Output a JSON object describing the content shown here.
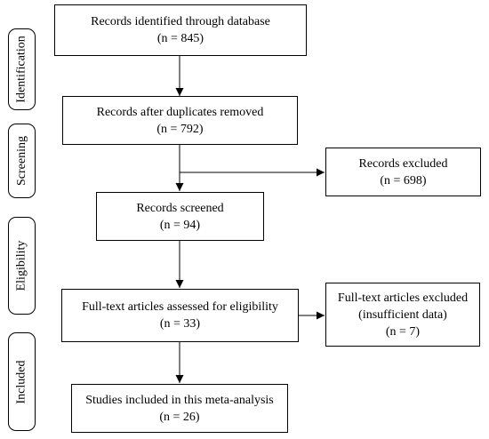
{
  "stages": {
    "identification": "Identification",
    "screening": "Screening",
    "eligibility": "Eligibility",
    "included": "Included"
  },
  "boxes": {
    "identified": {
      "line1": "Records identified through database",
      "line2": "(n = 845)"
    },
    "after_duplicates": {
      "line1": "Records after duplicates removed",
      "line2": "(n = 792)"
    },
    "excluded": {
      "line1": "Records excluded",
      "line2": "(n = 698)"
    },
    "screened": {
      "line1": "Records screened",
      "line2": "(n = 94)"
    },
    "fulltext_assessed": {
      "line1": "Full-text articles assessed for eligibility",
      "line2": "(n = 33)"
    },
    "fulltext_excluded": {
      "line1": "Full-text articles excluded",
      "line2": "(insufficient data)",
      "line3": "(n = 7)"
    },
    "included": {
      "line1": "Studies included in this meta-analysis",
      "line2": "(n = 26)"
    }
  }
}
